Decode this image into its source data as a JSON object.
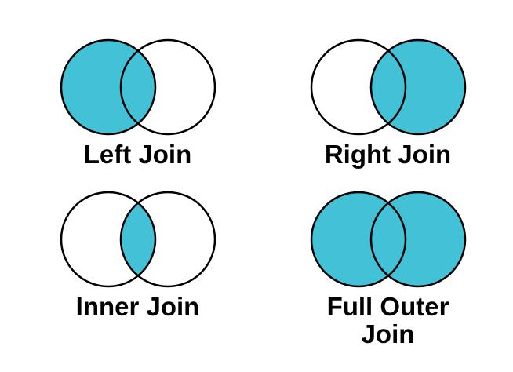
{
  "colors": {
    "accent": "#43C1D7",
    "outline": "#000000",
    "background": "#FFFFFF",
    "empty": "none"
  },
  "diagrams": [
    {
      "id": "left-join",
      "label": "Left Join",
      "filled": "left"
    },
    {
      "id": "right-join",
      "label": "Right Join",
      "filled": "right"
    },
    {
      "id": "inner-join",
      "label": "Inner Join",
      "filled": "intersection"
    },
    {
      "id": "full-outer-join",
      "label": "Full Outer Join",
      "filled": "both"
    }
  ]
}
